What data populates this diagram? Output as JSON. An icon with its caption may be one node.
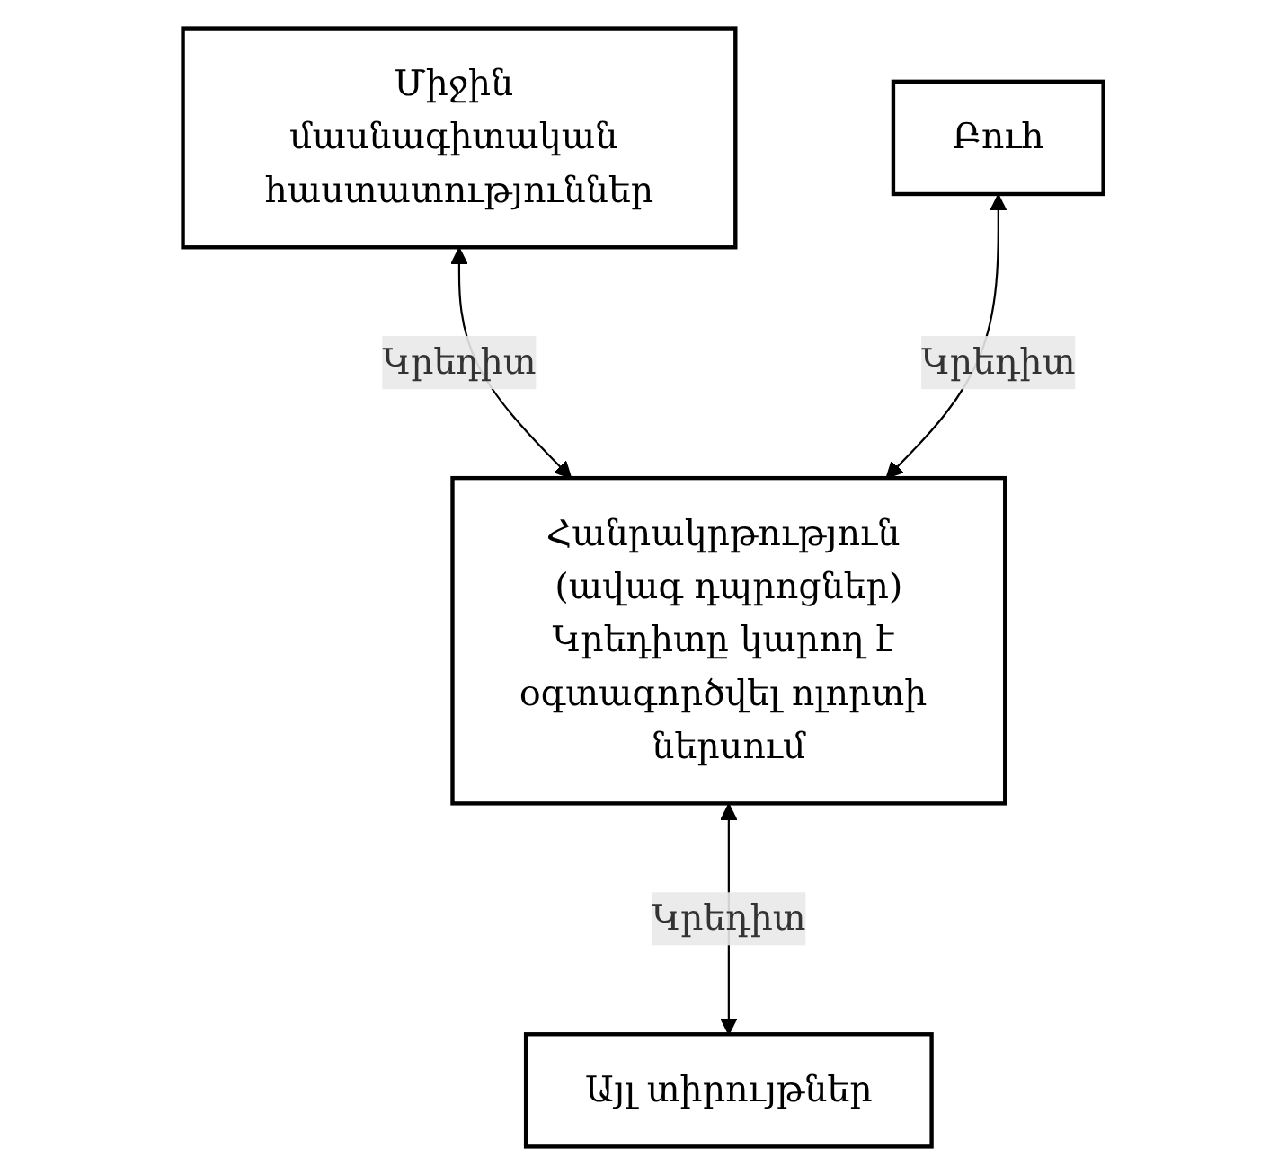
{
  "diagram": {
    "nodes": [
      {
        "text": [
          "Միջին մասնագիտական հաստատություններ"
        ]
      },
      {
        "text": [
          "Բուհ"
        ]
      },
      {
        "text": [
          "Հանրակրթություն (ավագ դպրոցներ)",
          "Կրեդիտը կարող է օգտագործվել ոլորտի ներսում"
        ]
      },
      {
        "text": [
          "Այլ տիրույթներ"
        ]
      }
    ],
    "edges": [
      {
        "from": 0,
        "to": 2,
        "arrow": "both",
        "label": "Կրեդիտ"
      },
      {
        "from": 1,
        "to": 2,
        "arrow": "both",
        "label": "Կրեդիտ"
      },
      {
        "from": 2,
        "to": 3,
        "arrow": "both",
        "label": "Կրեդիտ"
      }
    ]
  }
}
